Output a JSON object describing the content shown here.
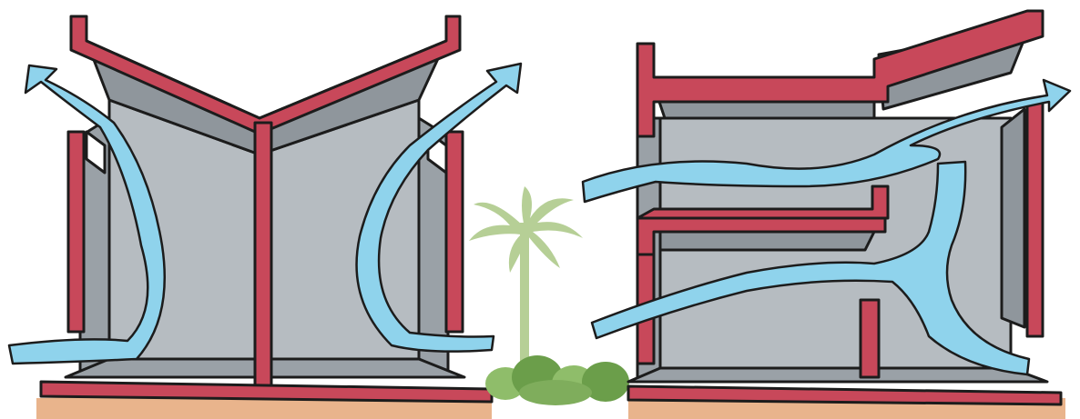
{
  "colors": {
    "wall_red": "#c8485a",
    "wall_gray": "#b6bcc1",
    "wall_dark": "#8f969c",
    "floor_gray": "#9aa1a7",
    "air_blue": "#8fd3ec",
    "outline": "#1c1c1c",
    "ground": "#e9b48c",
    "palm": "#b6cf96",
    "bush_light": "#8fbd6a",
    "bush_dark": "#6b9e4a"
  },
  "diagram": {
    "left_building": "butterfly-roof-section",
    "right_building": "stepped-roof-section",
    "vegetation": [
      "palm-tree",
      "shrubs"
    ],
    "arrows": "airflow"
  }
}
